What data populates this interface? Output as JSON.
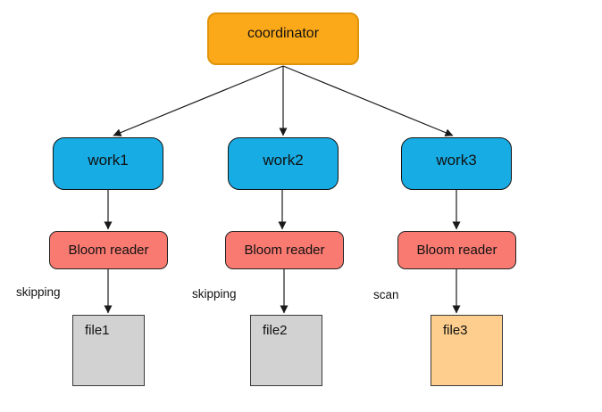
{
  "diagram": {
    "background": "#ffffff",
    "nodes": {
      "coordinator": {
        "label": "coordinator",
        "fill": "#FBA919",
        "border": "#E0940B"
      },
      "work1": {
        "label": "work1",
        "fill": "#17ACE4"
      },
      "work2": {
        "label": "work2",
        "fill": "#17ACE4"
      },
      "work3": {
        "label": "work3",
        "fill": "#17ACE4"
      },
      "bloom1": {
        "label": "Bloom reader",
        "fill": "#F97A71"
      },
      "bloom2": {
        "label": "Bloom reader",
        "fill": "#F97A71"
      },
      "bloom3": {
        "label": "Bloom reader",
        "fill": "#F97A71"
      },
      "file1": {
        "label": "file1",
        "fill": "#D2D2D2"
      },
      "file2": {
        "label": "file2",
        "fill": "#D2D2D2"
      },
      "file3": {
        "label": "file3",
        "fill": "#FDCE8D"
      }
    },
    "edge_labels": {
      "edge1": "skipping",
      "edge2": "skipping",
      "edge3": "scan"
    },
    "edge_color": "#1a1a1a"
  }
}
